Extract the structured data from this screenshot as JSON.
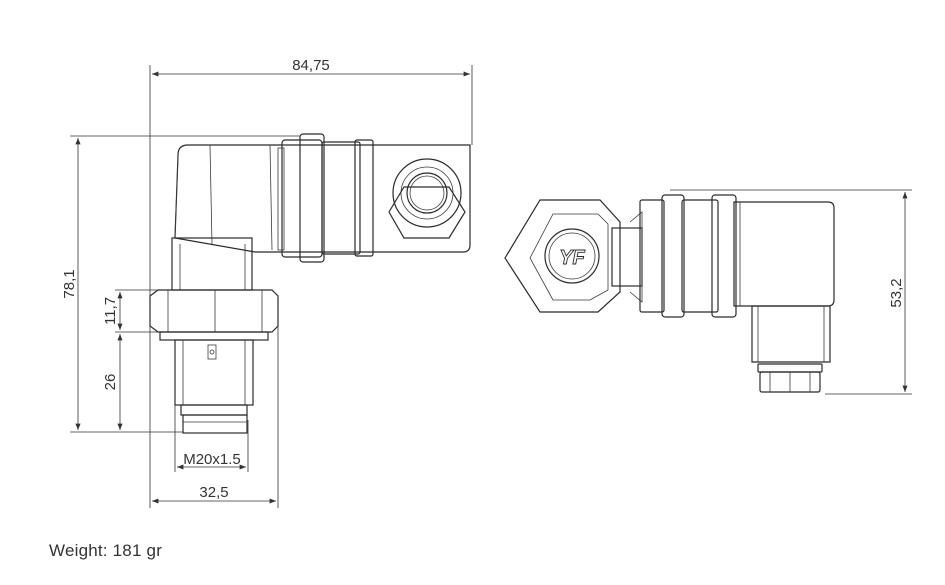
{
  "dimensions": {
    "overall_width": "84,75",
    "overall_height": "78,1",
    "hex_height": "11,7",
    "thread_length": "26",
    "thread_spec": "M20x1.5",
    "base_width": "32,5",
    "side_height": "53,2"
  },
  "weight_label": "Weight: 181 gr",
  "logo_text": "YF"
}
